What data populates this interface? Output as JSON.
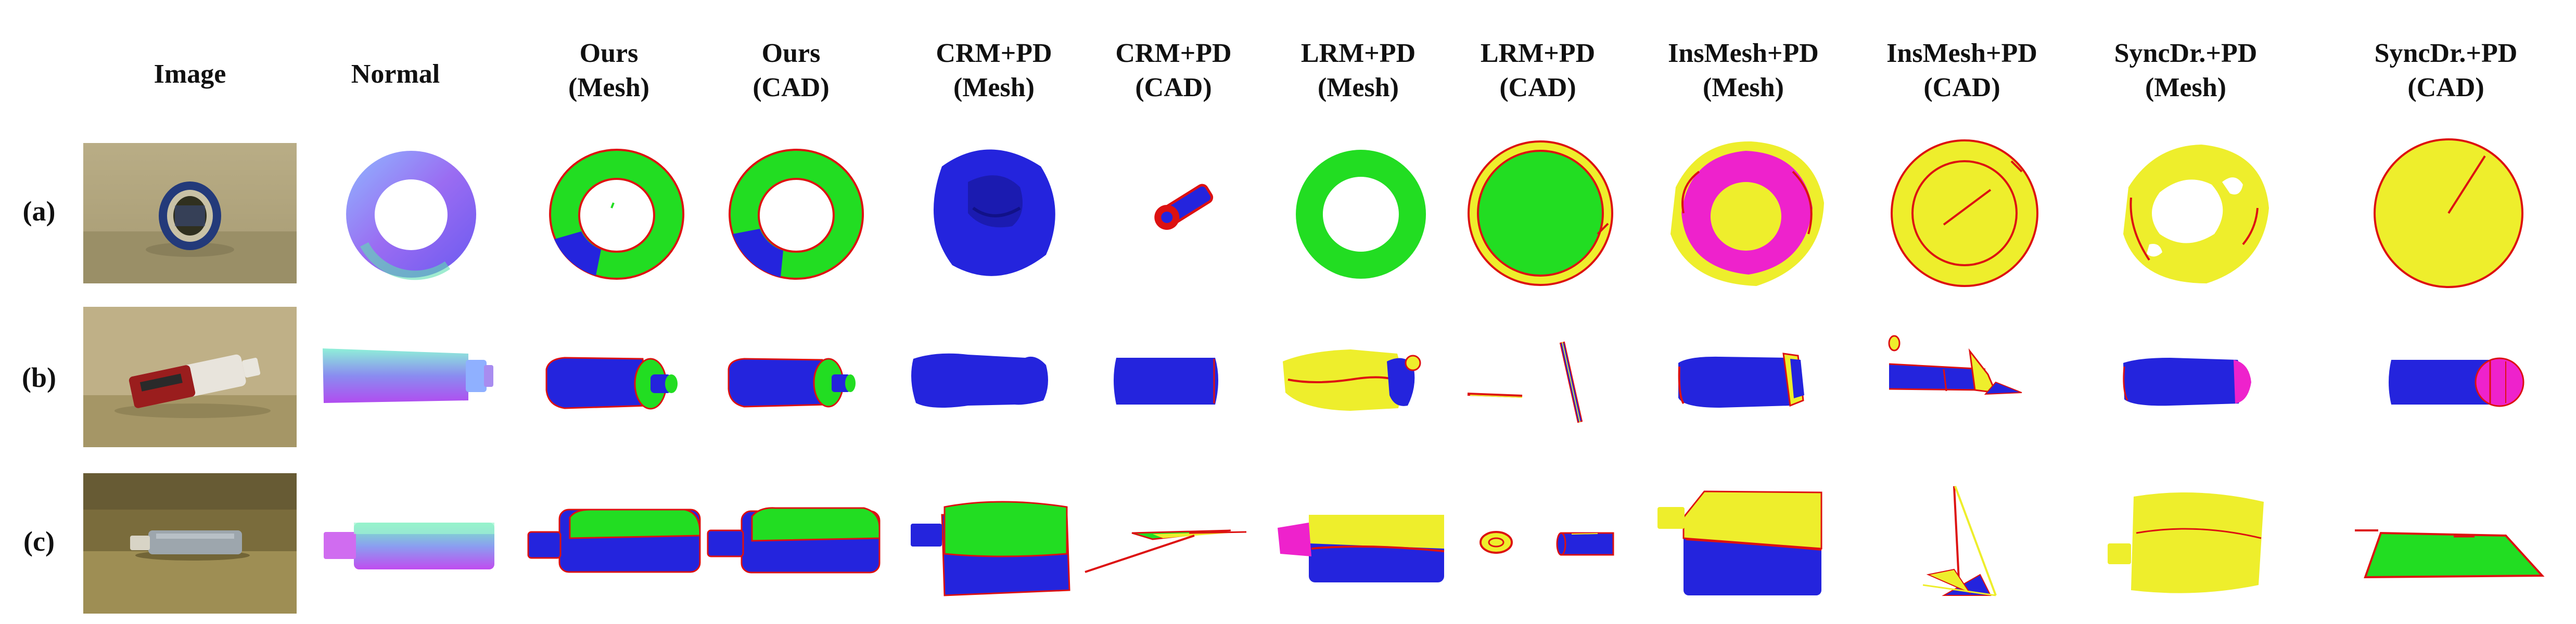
{
  "figure": {
    "columns": [
      {
        "line1": "Image",
        "line2": ""
      },
      {
        "line1": "Normal",
        "line2": ""
      },
      {
        "line1": "Ours",
        "line2": "(Mesh)"
      },
      {
        "line1": "Ours",
        "line2": "(CAD)"
      },
      {
        "line1": "CRM+PD",
        "line2": "(Mesh)"
      },
      {
        "line1": "CRM+PD",
        "line2": "(CAD)"
      },
      {
        "line1": "LRM+PD",
        "line2": "(Mesh)"
      },
      {
        "line1": "LRM+PD",
        "line2": "(CAD)"
      },
      {
        "line1": "InsMesh+PD",
        "line2": "(Mesh)"
      },
      {
        "line1": "InsMesh+PD",
        "line2": "(CAD)"
      },
      {
        "line1": "SyncDr.+PD",
        "line2": "(Mesh)"
      },
      {
        "line1": "SyncDr.+PD",
        "line2": "(CAD)"
      }
    ],
    "rows": [
      {
        "label": "(a)"
      },
      {
        "label": "(b)"
      },
      {
        "label": "(c)"
      }
    ],
    "colors": {
      "green": "#22dd22",
      "blue": "#2424dd",
      "yellow": "#eeee2c",
      "magenta": "#ee22cc",
      "red": "#dd1111",
      "background_gray": "#f7f7f7"
    }
  }
}
